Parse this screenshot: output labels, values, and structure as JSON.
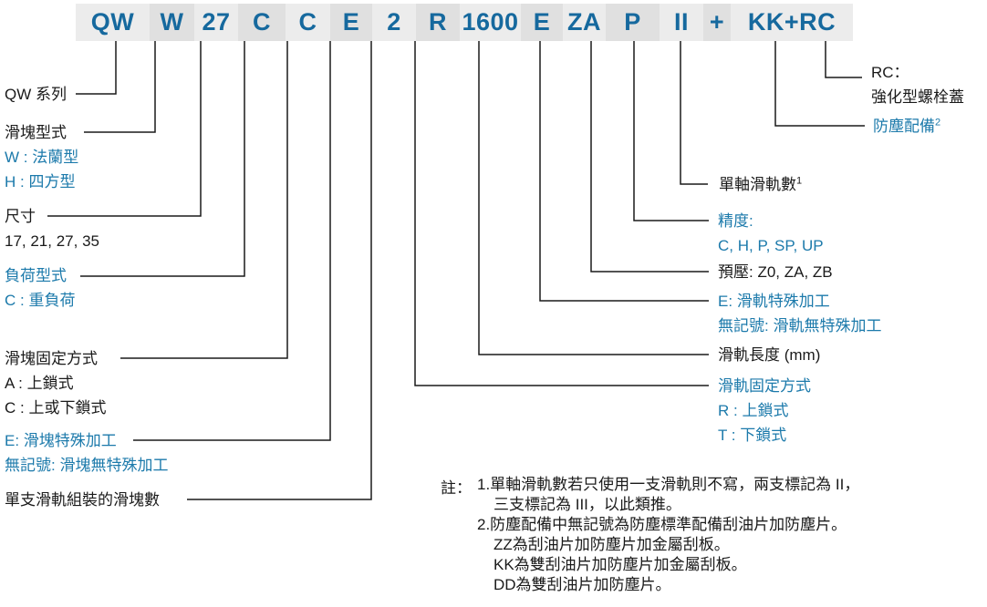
{
  "colors": {
    "code_blue": "#16699e",
    "label_blue": "#1c7aab",
    "text_black": "#1a1a1a",
    "box_light": "#ececec",
    "box_dark": "#e0e0e0",
    "line_color": "#1a1a1a"
  },
  "model_code": {
    "segments": [
      "QW",
      "W",
      "27",
      "C",
      "C",
      "E",
      "2",
      "R",
      "1600",
      "E",
      "ZA",
      "P",
      "II",
      "+",
      "KK+RC"
    ]
  },
  "left_annotations": [
    {
      "id": "series",
      "lines": [
        {
          "text": "QW 系列"
        }
      ]
    },
    {
      "id": "block-type",
      "lines": [
        {
          "text": "滑塊型式"
        },
        {
          "text": "W : 法蘭型"
        },
        {
          "text": "H : 四方型"
        }
      ]
    },
    {
      "id": "size",
      "lines": [
        {
          "text": "尺寸"
        },
        {
          "text": "17, 21, 27, 35"
        }
      ]
    },
    {
      "id": "load-type",
      "lines": [
        {
          "text": "負荷型式"
        },
        {
          "text": "C : 重負荷"
        }
      ]
    },
    {
      "id": "block-mounting",
      "lines": [
        {
          "text": "滑塊固定方式"
        },
        {
          "text": "A : 上鎖式"
        },
        {
          "text": "C : 上或下鎖式"
        }
      ]
    },
    {
      "id": "block-special",
      "lines": [
        {
          "text": "E: 滑塊特殊加工"
        },
        {
          "text": "無記號: 滑塊無特殊加工"
        }
      ]
    },
    {
      "id": "blocks-per-rail",
      "lines": [
        {
          "text": "單支滑軌組裝的滑塊數"
        }
      ]
    }
  ],
  "right_annotations": [
    {
      "id": "rc-cap",
      "lines": [
        {
          "text": "RC："
        },
        {
          "text": "強化型螺栓蓋"
        }
      ]
    },
    {
      "id": "dust-protection",
      "lines": [
        {
          "text": "防塵配備",
          "sup": "2"
        }
      ]
    },
    {
      "id": "rails-per-axis",
      "lines": [
        {
          "text": "單軸滑軌數",
          "sup": "1"
        }
      ]
    },
    {
      "id": "precision",
      "lines": [
        {
          "text": "精度:"
        },
        {
          "text": "C, H, P, SP, UP"
        }
      ]
    },
    {
      "id": "preload",
      "lines": [
        {
          "text": "預壓: Z0, ZA, ZB"
        }
      ]
    },
    {
      "id": "rail-special",
      "lines": [
        {
          "text": "E: 滑軌特殊加工"
        },
        {
          "text": "無記號: 滑軌無特殊加工"
        }
      ]
    },
    {
      "id": "rail-length",
      "lines": [
        {
          "text": "滑軌長度 (mm)"
        }
      ]
    },
    {
      "id": "rail-mounting",
      "lines": [
        {
          "text": "滑軌固定方式"
        },
        {
          "text": "R : 上鎖式"
        },
        {
          "text": "T : 下鎖式"
        }
      ]
    }
  ],
  "notes": {
    "label": "註：",
    "items": [
      {
        "text": "1.單軸滑軌數若只使用一支滑軌則不寫，兩支標記為 II，"
      },
      {
        "text": "三支標記為 III，以此類推。"
      },
      {
        "text": "2.防塵配備中無記號為防塵標準配備刮油片加防塵片。"
      },
      {
        "text": "ZZ為刮油片加防塵片加金屬刮板。"
      },
      {
        "text": "KK為雙刮油片加防塵片加金屬刮板。"
      },
      {
        "text": "DD為雙刮油片加防塵片。"
      }
    ]
  }
}
